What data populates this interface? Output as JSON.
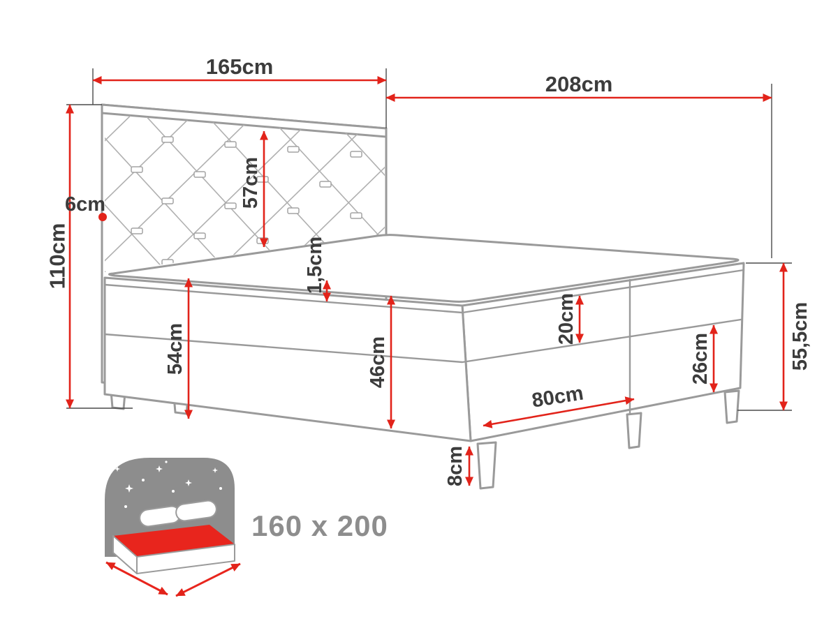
{
  "diagram": {
    "dimensions": {
      "headboard_width": "165cm",
      "total_length": "208cm",
      "headboard_height": "110cm",
      "headboard_thickness": "6cm",
      "headboard_above_mattress": "57cm",
      "topper_thickness": "1,5cm",
      "front_height": "54cm",
      "base_height": "46cm",
      "mattress_height": "20cm",
      "corpus_height": "26cm",
      "box_section_length": "80cm",
      "side_total_height": "55,5cm",
      "leg_height": "8cm"
    },
    "logo": {
      "size": "160 x 200"
    },
    "colors": {
      "dimension_red": "#e2231a",
      "outline_grey": "#9a9a9a",
      "text_dark": "#3c3c3c",
      "logo_grey": "#8d8d8d",
      "logo_red": "#e8251d"
    }
  }
}
